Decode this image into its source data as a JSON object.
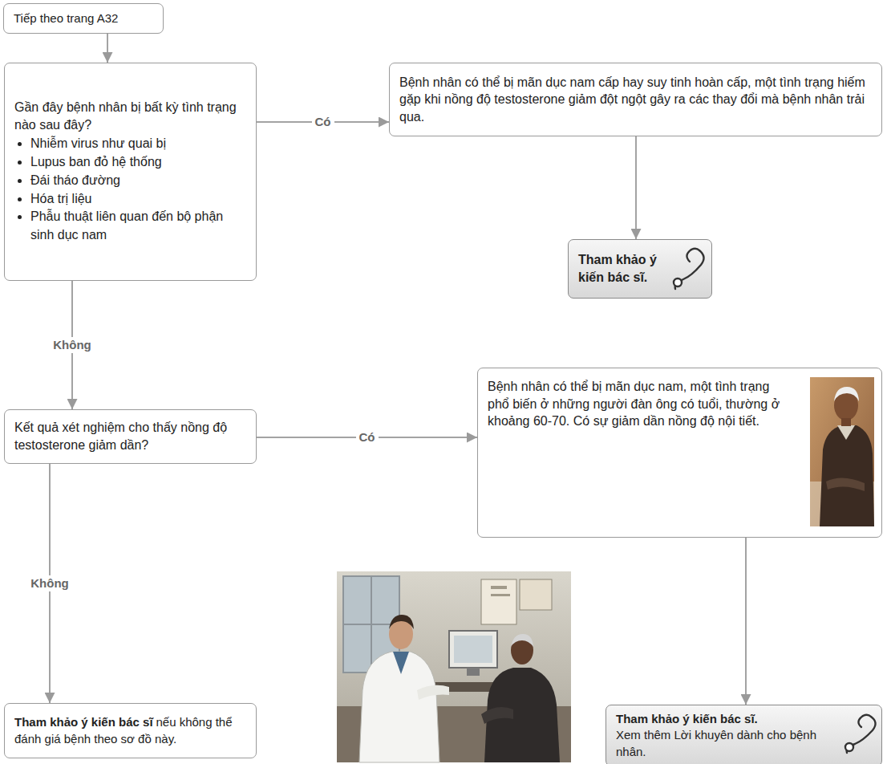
{
  "diagram": {
    "nodes": [
      {
        "text": [
          "Tiếp theo trang A32"
        ]
      },
      {
        "text": [
          "Gần đây bệnh nhân bị bất kỳ tình trạng nào sau đây?",
          "Nhiễm virus như quai bị",
          "Lupus ban đỏ hệ thống",
          "Đái tháo đường",
          "Hóa trị liệu",
          "Phẫu thuật liên quan đến bộ phận sinh dục nam"
        ]
      },
      {
        "text": [
          "Bệnh nhân có thể bị mãn dục nam cấp hay suy tinh hoàn cấp, một tình trạng hiếm gặp khi nồng độ testosterone giảm đột ngột gây ra các thay đổi mà bệnh nhân trải qua."
        ]
      },
      {
        "text": [
          "Tham khảo ý kiến bác sĩ."
        ]
      },
      {
        "text": [
          "Kết quả xét nghiệm cho thấy nồng độ testosterone giảm dần?"
        ]
      },
      {
        "text": [
          "Bệnh nhân có thể bị mãn dục nam, một tình trạng phổ biến ở những người đàn ông có tuổi, thường ở khoảng 60-70. Có sự giảm dần nồng độ nội tiết."
        ]
      },
      {
        "text": [
          "Tham khảo ý kiến bác sĩ",
          "nếu không thể đánh giá bệnh theo sơ đồ này."
        ]
      },
      {
        "text": [
          "Tham khảo ý kiến bác sĩ.",
          "Xem thêm Lời khuyên dành cho bệnh nhân."
        ]
      }
    ],
    "edges": [
      {
        "from": 0,
        "to": 1,
        "arrow": "to"
      },
      {
        "from": 1,
        "to": 2,
        "label": "Có",
        "arrow": "to"
      },
      {
        "from": 2,
        "to": 3,
        "arrow": "to"
      },
      {
        "from": 1,
        "to": 4,
        "label": "Không",
        "arrow": "to"
      },
      {
        "from": 4,
        "to": 5,
        "label": "Có",
        "arrow": "to"
      },
      {
        "from": 4,
        "to": 6,
        "label": "Không",
        "arrow": "to"
      },
      {
        "from": 5,
        "to": 7,
        "arrow": "to"
      }
    ]
  }
}
